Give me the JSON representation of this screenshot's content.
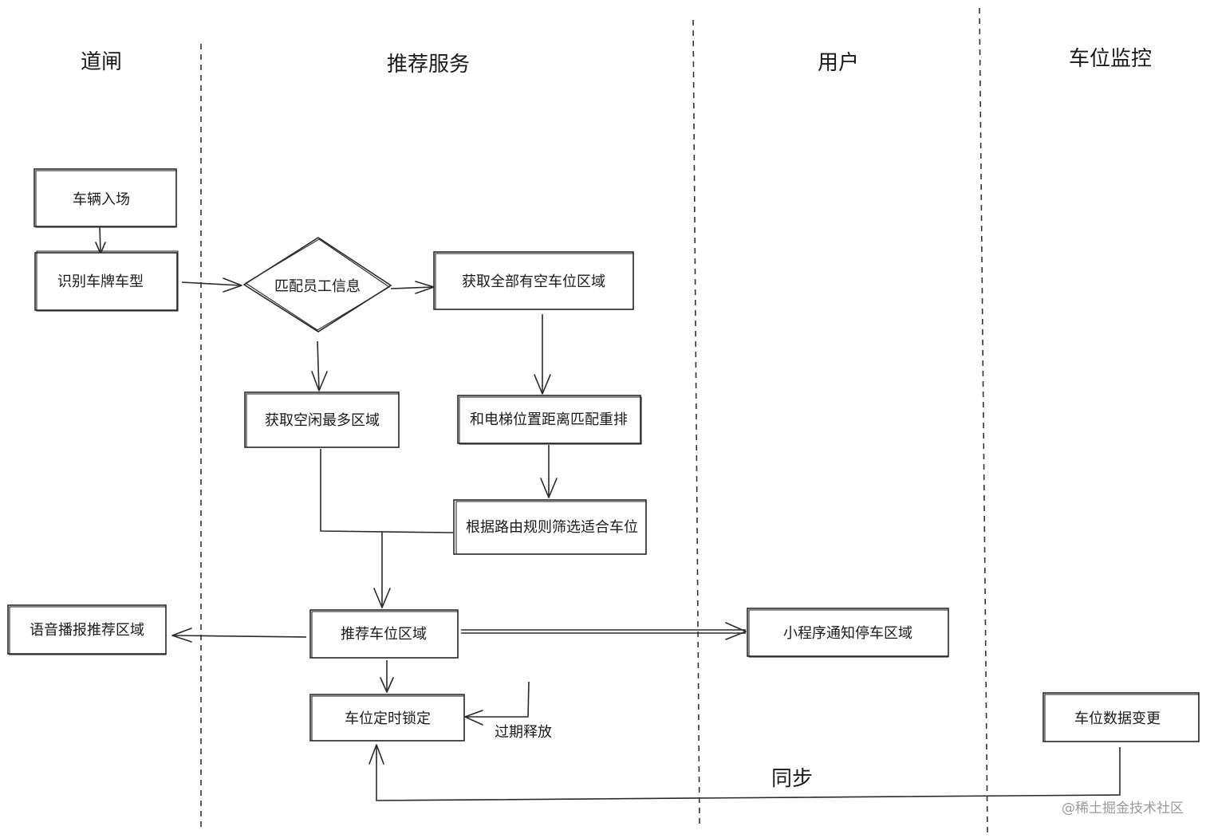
{
  "lanes": {
    "gate": "道闸",
    "recommend": "推荐服务",
    "user": "用户",
    "monitor": "车位监控"
  },
  "nodes": {
    "vehicle_enter": "车辆入场",
    "identify_plate": "识别车牌车型",
    "match_employee": "匹配员工信息",
    "get_empty_zones": "获取全部有空车位区域",
    "get_most_idle": "获取空闲最多区域",
    "elevator_rerank": "和电梯位置距离匹配重排",
    "route_filter": "根据路由规则筛选适合车位",
    "recommend_zone": "推荐车位区域",
    "voice_broadcast": "语音播报推荐区域",
    "miniprogram_notify": "小程序通知停车区域",
    "timed_lock": "车位定时锁定",
    "slot_data_change": "车位数据变更"
  },
  "edge_labels": {
    "expire_release": "过期释放",
    "sync": "同步"
  },
  "watermark": "@稀土掘金技术社区"
}
